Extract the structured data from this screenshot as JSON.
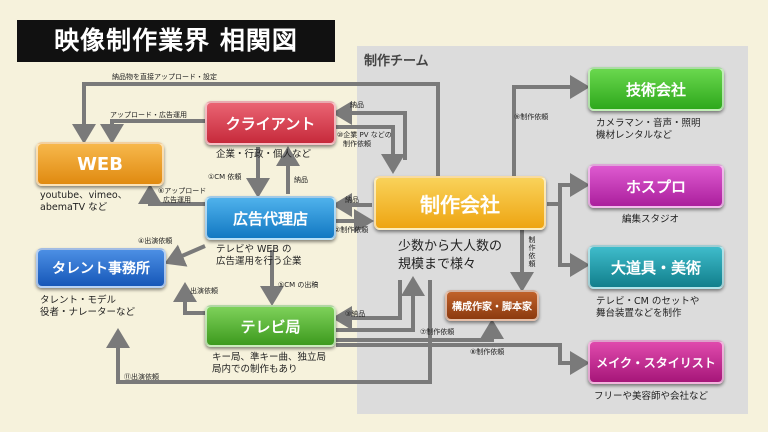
{
  "title": "映像制作業界 相関図",
  "team_label": "制作チーム",
  "nodes": {
    "client": {
      "label": "クライアント",
      "desc": [
        "企業・行政・個人など"
      ],
      "color": "#d8384a"
    },
    "web": {
      "label": "WEB",
      "desc": [
        "youtube、vimeo、",
        "abemaTV など"
      ],
      "color": "#f09a1a"
    },
    "agency": {
      "label": "広告代理店",
      "desc": [
        "テレビや WEB の",
        "広告運用を行う企業"
      ],
      "color": "#1f8fd8"
    },
    "talent": {
      "label": "タレント事務所",
      "desc": [
        "タレント・モデル",
        "役者・ナレーターなど"
      ],
      "color": "#1f6ed0"
    },
    "tv": {
      "label": "テレビ局",
      "desc": [
        "キー局、準キー曲、独立局",
        "局内での制作もあり"
      ],
      "color": "#4fb52e"
    },
    "production": {
      "label": "制作会社",
      "desc": [
        "少数から大人数の",
        "規模まで様々"
      ],
      "color": "#f2b319"
    },
    "writer": {
      "label": "構成作家・脚本家",
      "color": "#a84a17"
    },
    "tech": {
      "label": "技術会社",
      "desc": [
        "カメラマン・音声・照明",
        "機材レンタルなど"
      ],
      "color": "#3dbf2a"
    },
    "hospro": {
      "label": "ホスプロ",
      "desc": [
        "編集スタジオ"
      ],
      "color": "#c52ab7"
    },
    "props": {
      "label": "大道具・美術",
      "desc": [
        "テレビ・CM のセットや",
        "舞台装置などを制作"
      ],
      "color": "#199aa8"
    },
    "makeup": {
      "label": "メイク・スタイリスト",
      "desc": [
        "フリーや美容師や会社など"
      ],
      "color": "#c01f8e"
    }
  },
  "edge_labels": {
    "deliver_upload": "納品物を直接アップロード・設定",
    "upload_ad": "アップロード・広告運用",
    "deliver_client": "納品",
    "pv_request": [
      "⑩企業 PV などの",
      "制作依頼"
    ],
    "cm_request": "①CM 依頼",
    "deliver_agency_client": "納品",
    "upload_ad_6": [
      "⑥アップロード",
      "広告運用"
    ],
    "deliver_prod_agency": "納品",
    "prod_request_2": "②制作依頼",
    "appearance_4": "④出演依頼",
    "appearance_tv": "出演依頼",
    "cm_broadcast_5": "⑤CM の出稿",
    "deliver_3": "③納品",
    "prod_request_7": "⑦制作依頼",
    "prod_request_8": "⑧制作依頼",
    "appearance_11": "⑪出演依頼",
    "prod_request_9": "⑨制作依頼",
    "writer_request": "制作依頼"
  }
}
